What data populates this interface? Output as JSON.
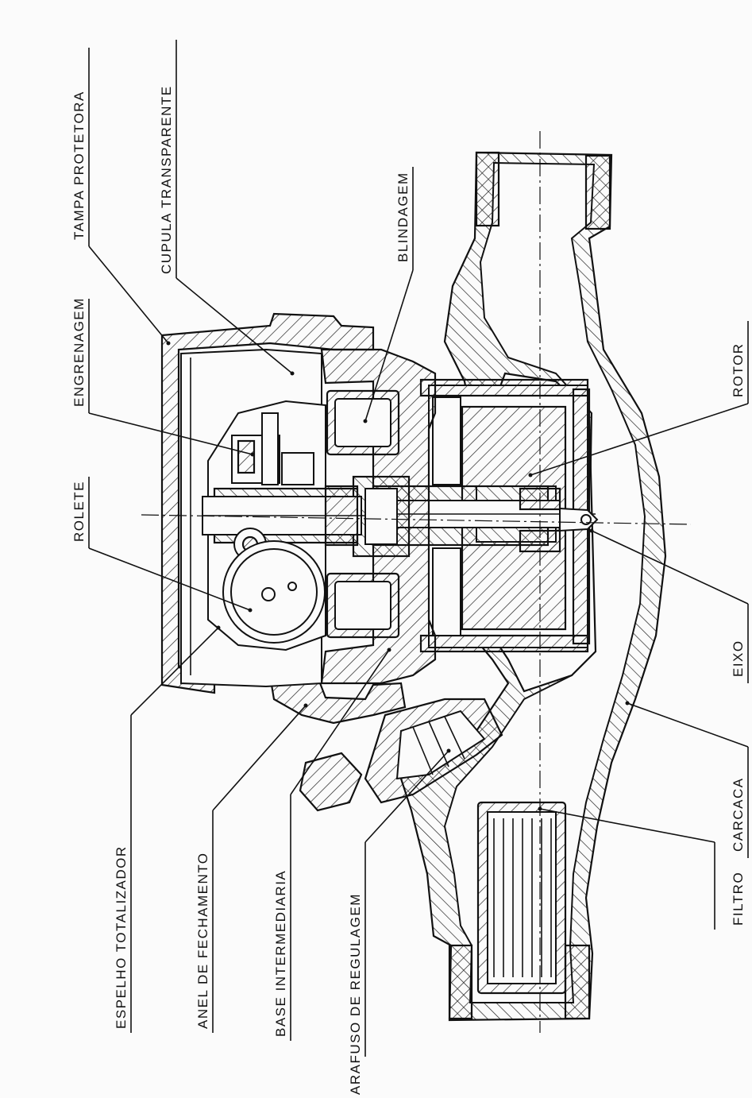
{
  "labels": {
    "tampa_protetora": "TAMPA PROTETORA",
    "cupula_transparente": "CUPULA TRANSPARENTE",
    "blindagem": "BLINDAGEM",
    "engrenagem": "ENGRENAGEM",
    "rolete": "ROLETE",
    "rotor": "ROTOR",
    "eixo": "EIXO",
    "carcaca": "CARCACA",
    "filtro": "FILTRO",
    "espelho_totalizador": "ESPELHO TOTALIZADOR",
    "anel_de_fechamento": "ANEL DE FECHAMENTO",
    "base_intermediaria": "BASE INTERMEDIARIA",
    "parafuso_de_regulagem": "ARAFUSO DE REGULAGEM"
  }
}
